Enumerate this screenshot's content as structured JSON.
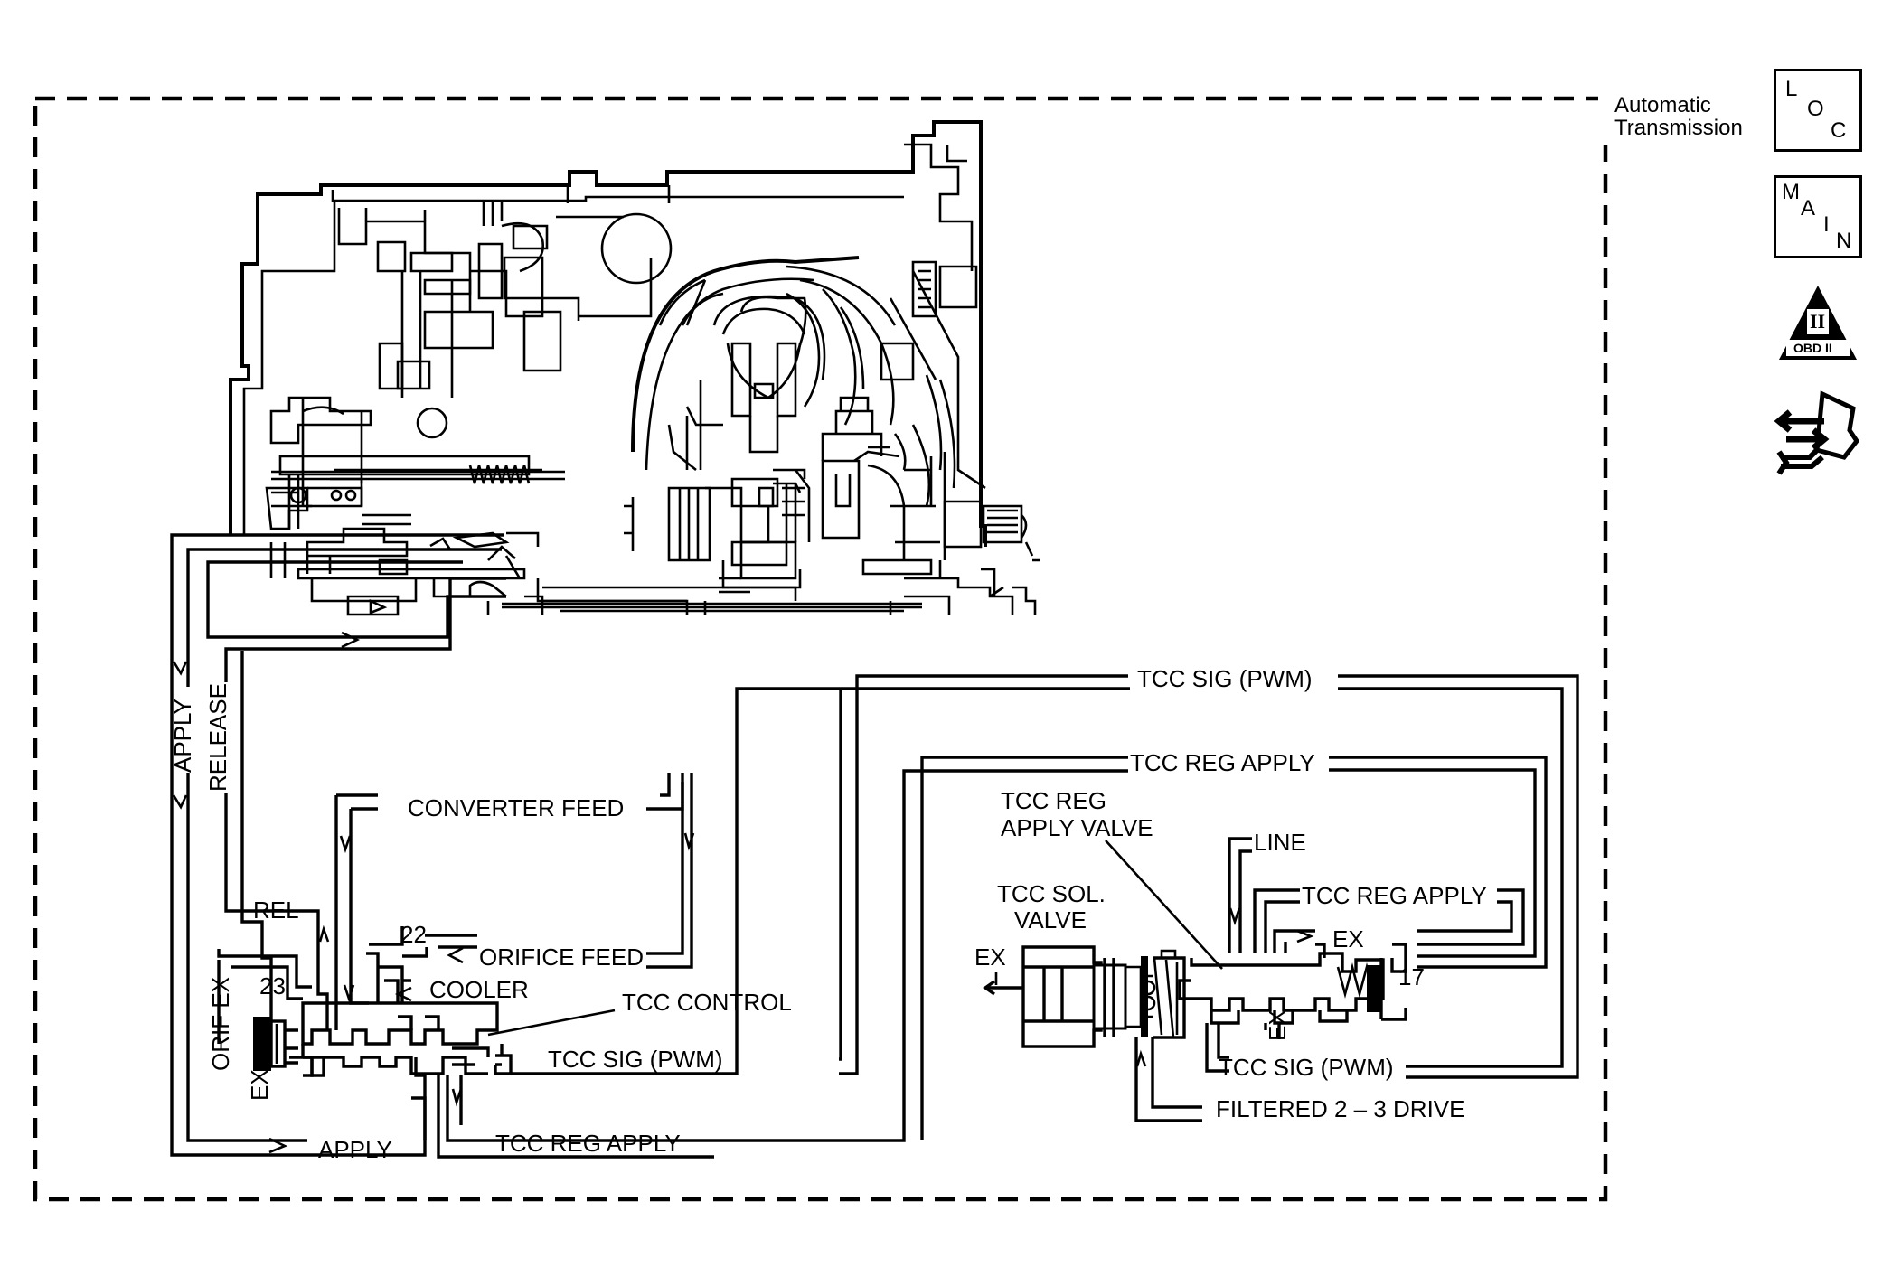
{
  "diagram": {
    "boundary_label": [
      "Automatic",
      "Transmission"
    ],
    "lines": {
      "apply_vertical": "APPLY",
      "release_vertical": "RELEASE",
      "converter_feed": "CONVERTER FEED",
      "rel": "REL",
      "orifice_feed": "ORIFICE FEED",
      "cooler": "COOLER",
      "tcc_control": "TCC CONTROL",
      "tcc_sig_pwm_left": "TCC SIG (PWM)",
      "apply_bottom": "APPLY",
      "tcc_reg_apply_bottom": "TCC REG APPLY",
      "orif_ex": "ORIF EX",
      "ex_left": "EX",
      "tcc_sig_pwm_top": "TCC SIG (PWM)",
      "tcc_reg_apply_top": "TCC REG APPLY",
      "tcc_reg_apply_valve": [
        "TCC REG",
        "APPLY VALVE"
      ],
      "line": "LINE",
      "tcc_reg_apply_right": "TCC REG APPLY",
      "tcc_sol_valve": [
        "TCC SOL.",
        "VALVE"
      ],
      "ex_sol": "EX",
      "ex_right_top": "EX",
      "ex_right_bottom": "EX",
      "tcc_sig_pwm_right": "TCC SIG (PWM)",
      "filtered_drive": "FILTERED 2 – 3 DRIVE"
    },
    "numbers": {
      "n22": "22",
      "n23": "23",
      "n17": "17"
    }
  },
  "sidebar": {
    "loc": {
      "l1": "L",
      "l2": "O",
      "l3": "C"
    },
    "main": {
      "l1": "M",
      "l2": "A",
      "l3": "I",
      "l4": "N"
    },
    "obd": {
      "roman": "II",
      "caption": "OBD II"
    },
    "icons": [
      "loc-icon",
      "main-icon",
      "obd-ii-icon",
      "diagnostic-connector-icon"
    ]
  }
}
